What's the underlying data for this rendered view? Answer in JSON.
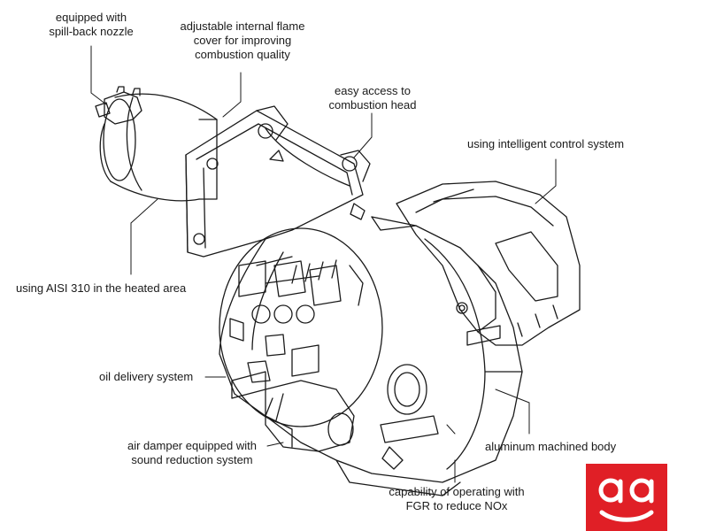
{
  "callouts": {
    "nozzle": [
      "equipped with",
      "spill-back nozzle"
    ],
    "flame_cover": [
      "adjustable internal flame",
      "cover for improving",
      "combustion quality"
    ],
    "combustion_head": [
      "easy access to",
      "combustion head"
    ],
    "control_system": [
      "using intelligent control system"
    ],
    "aisi": [
      "using AISI 310 in the heated area"
    ],
    "oil_delivery": [
      "oil delivery system"
    ],
    "air_damper": [
      "air damper equipped with",
      "sound reduction system"
    ],
    "aluminum_body": [
      "aluminum machined body"
    ],
    "fgr": [
      "capability of operating with",
      "FGR to reduce NOx"
    ]
  },
  "logo": {
    "text": "a a",
    "color": "#e01f26"
  }
}
